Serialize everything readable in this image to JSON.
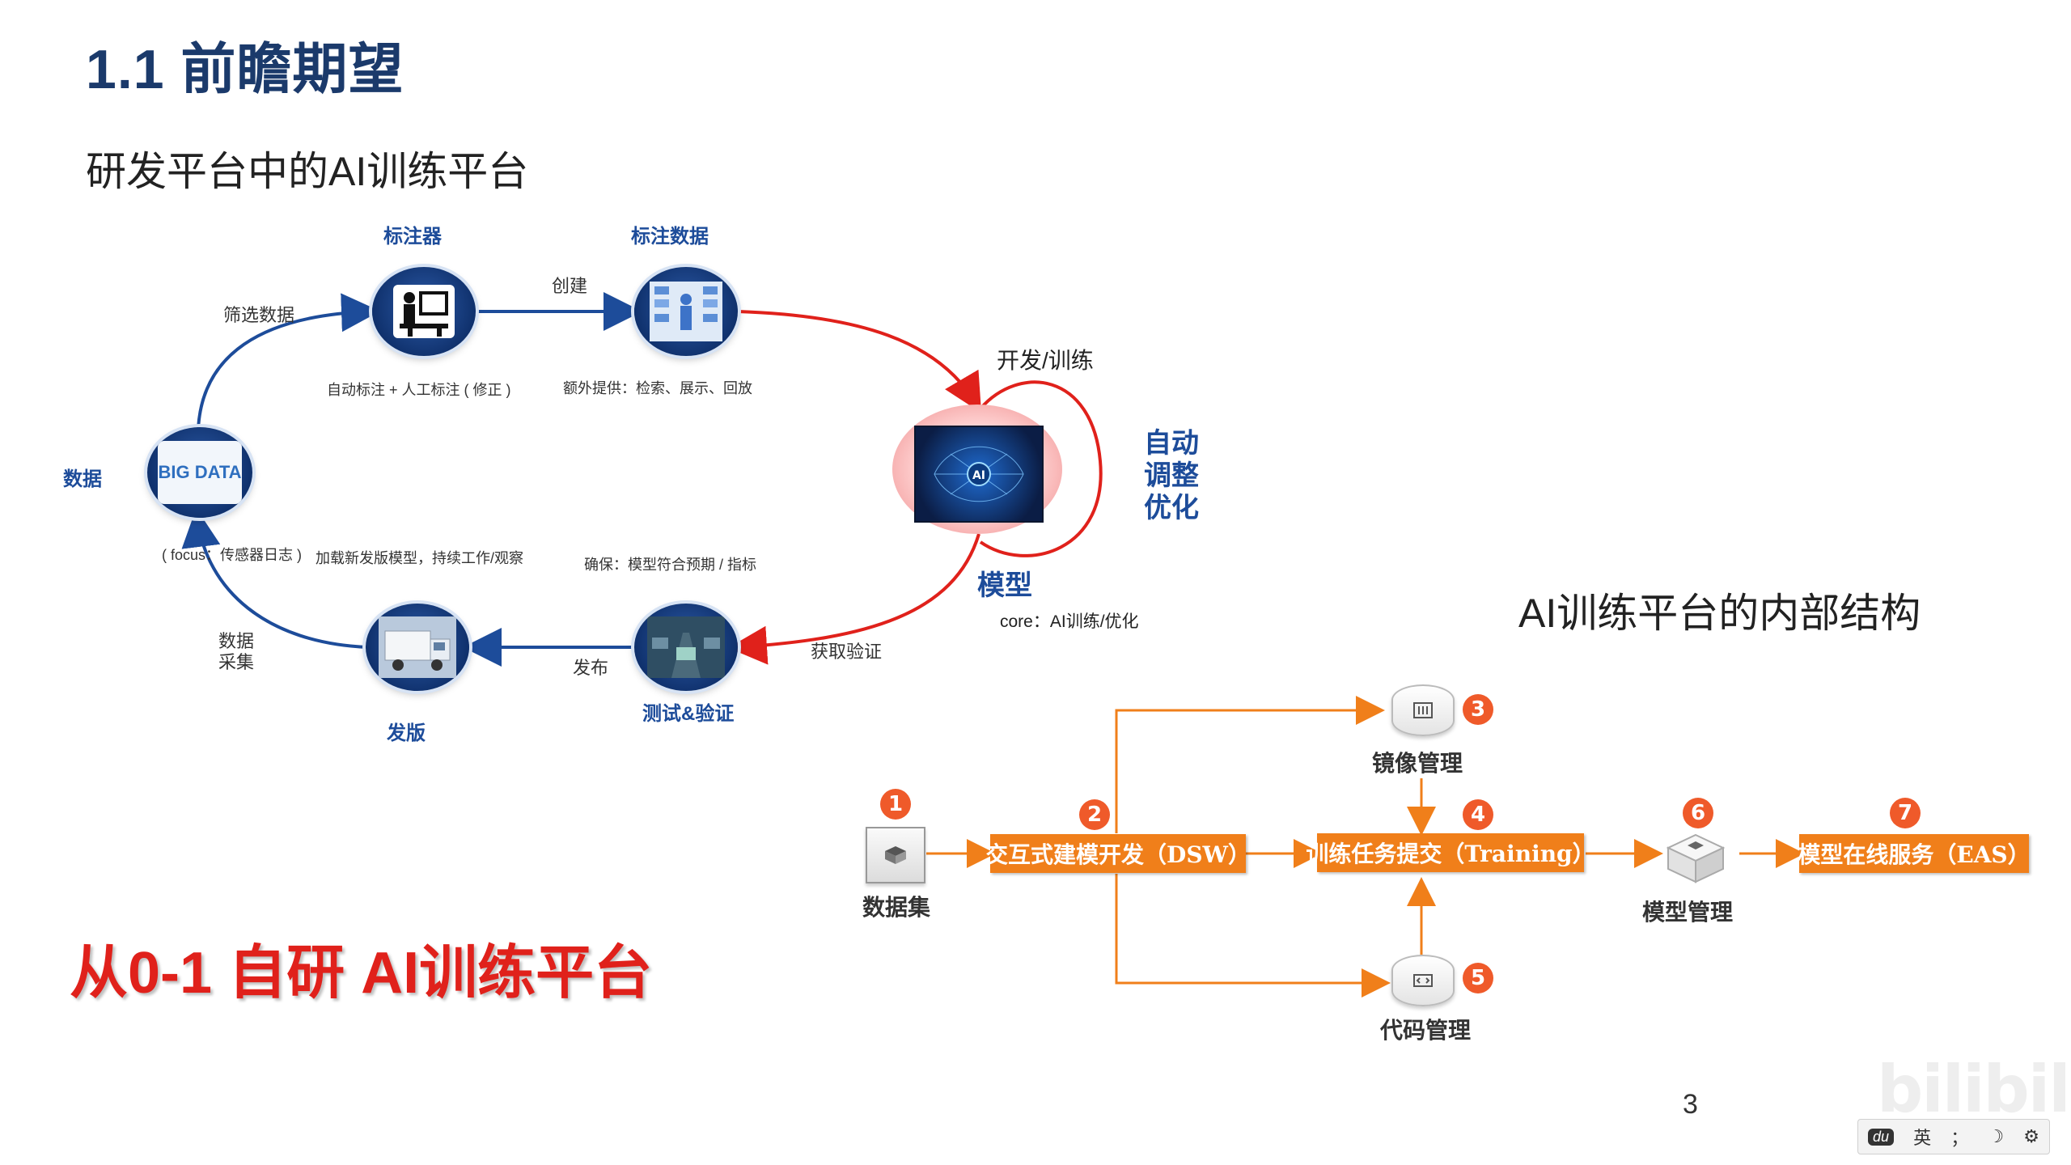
{
  "slide": {
    "title": "1.1 前瞻期望",
    "subtitle": "研发平台中的AI训练平台",
    "slogan": "从0-1 自研 AI训练平台",
    "structure_title": "AI训练平台的内部结构",
    "page_number": "3"
  },
  "cycle": {
    "nodes": {
      "annotator": "标注器",
      "annotated_data": "标注数据",
      "data": "数据",
      "release": "发版",
      "test_verify": "测试&验证",
      "model": "模型"
    },
    "icons": {
      "big_data_text": "BIG DATA",
      "ai_text": "AI"
    },
    "side_text": [
      "自动",
      "调整",
      "优化"
    ],
    "annotations": {
      "filter_data": "筛选数据",
      "create": "创建",
      "auto_manual": "自动标注 + 人工标注 ( 修正 )",
      "extra": "额外提供：检索、展示、回放",
      "dev_train": "开发/训练",
      "core": "core：AI训练/优化",
      "focus": "( focus：传感器日志 )",
      "load_model": "加载新发版模型，持续工作/观察",
      "ensure": "确保：模型符合预期 / 指标",
      "get_verify": "获取验证",
      "publish": "发布",
      "data_collect_1": "数据",
      "data_collect_2": "采集"
    }
  },
  "structure": {
    "dataset": "数据集",
    "dsw": "交互式建模开发（DSW）",
    "training": "训练任务提交（Training）",
    "image_mgmt": "镜像管理",
    "code_mgmt": "代码管理",
    "model_mgmt": "模型管理",
    "eas": "模型在线服务（EAS）",
    "badges": [
      "1",
      "2",
      "3",
      "4",
      "5",
      "6",
      "7"
    ]
  },
  "ime": {
    "items": [
      "du",
      "英",
      "；",
      "☽",
      "⚙"
    ]
  },
  "watermark": "bilibili",
  "colors": {
    "title": "#1b3a6b",
    "node_blue": "#1d4c9a",
    "accent_red": "#e0211b",
    "orange": "#f07f1a",
    "badge": "#ef5a2a"
  }
}
